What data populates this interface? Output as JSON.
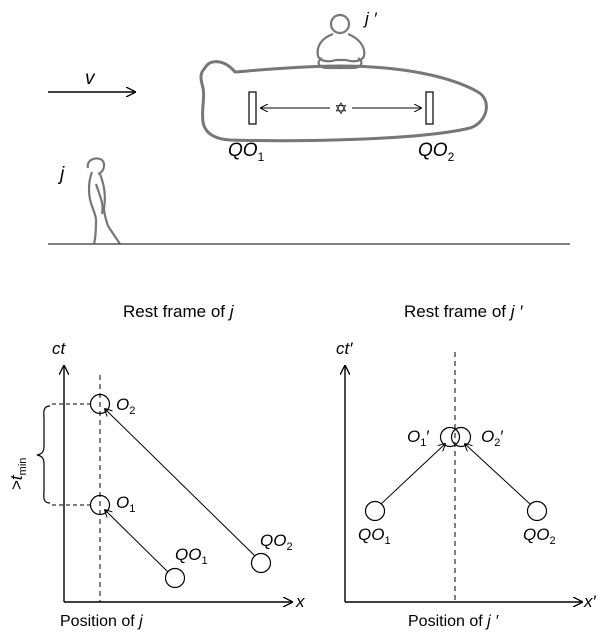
{
  "scene": {
    "velocity_label": "v",
    "observer_on_train": "j ′",
    "observer_ground": "j",
    "clock_left": {
      "main": "QO",
      "sub": "1"
    },
    "clock_right": {
      "main": "QO",
      "sub": "2"
    },
    "source_symbol": "✡"
  },
  "left_diagram": {
    "title_text": "Rest frame of ",
    "title_var": "j",
    "y_axis": "ct",
    "x_axis": "x",
    "bottom_text": "Position of ",
    "bottom_var": "j",
    "interval_prefix": ">",
    "interval_var": "t",
    "interval_sub": "min",
    "events": {
      "o2": {
        "main": "O",
        "sub": "2"
      },
      "o1": {
        "main": "O",
        "sub": "1"
      },
      "qo1": {
        "main": "QO",
        "sub": "1"
      },
      "qo2": {
        "main": "QO",
        "sub": "2"
      }
    }
  },
  "right_diagram": {
    "title_text": "Rest frame of ",
    "title_var": "j ′",
    "y_axis": "ct′",
    "x_axis": "x′",
    "bottom_text": "Position of ",
    "bottom_var": "j ′",
    "events": {
      "o1": {
        "main": "O",
        "sub": "1",
        "prime": "′"
      },
      "o2": {
        "main": "O",
        "sub": "2",
        "prime": "′"
      },
      "qo1": {
        "main": "QO",
        "sub": "1"
      },
      "qo2": {
        "main": "QO",
        "sub": "2"
      }
    }
  }
}
